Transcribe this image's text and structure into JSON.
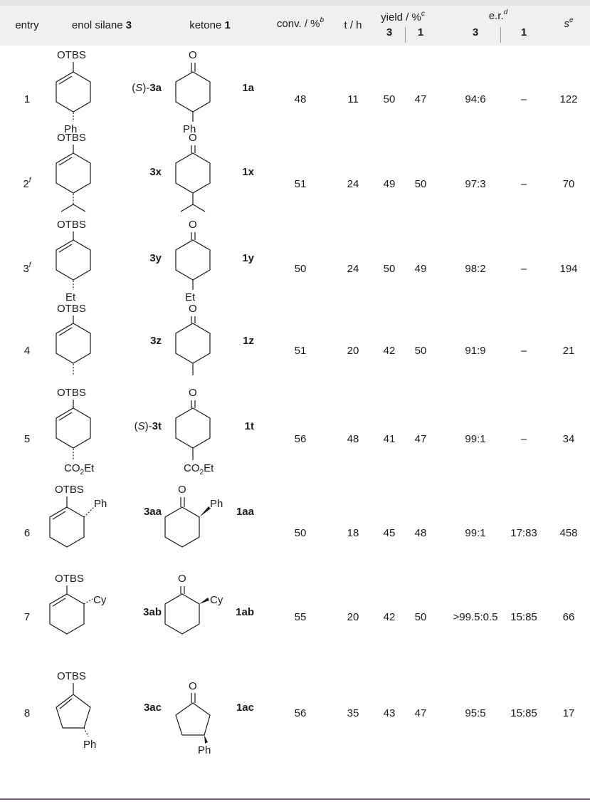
{
  "header": {
    "entry": "entry",
    "enol_silane_prefix": "enol silane ",
    "enol_silane_num": "3",
    "ketone_prefix": "ketone ",
    "ketone_num": "1",
    "conv": "conv. / %",
    "conv_sup": "b",
    "time": "t / h",
    "yield": "yield / %",
    "yield_sup": "c",
    "yield_sub3": "3",
    "yield_sub1": "1",
    "er": "e.r.",
    "er_sup": "d",
    "er_sub3": "3",
    "er_sub1": "1",
    "s": "s",
    "s_sup": "e"
  },
  "rows": [
    {
      "entry": "1",
      "entry_sup": "",
      "enol_prefix": "(",
      "enol_stereo": "S",
      "enol_prefix2": ")-",
      "enol_label": "3a",
      "ketone_label": "1a",
      "conv": "48",
      "time": "11",
      "yield3": "50",
      "yield1": "47",
      "er3": "94:6",
      "er1": "–",
      "s": "122"
    },
    {
      "entry": "2",
      "entry_sup": "f",
      "enol_prefix": "",
      "enol_stereo": "",
      "enol_prefix2": "",
      "enol_label": "3x",
      "ketone_label": "1x",
      "conv": "51",
      "time": "24",
      "yield3": "49",
      "yield1": "50",
      "er3": "97:3",
      "er1": "–",
      "s": "70"
    },
    {
      "entry": "3",
      "entry_sup": "f",
      "enol_prefix": "",
      "enol_stereo": "",
      "enol_prefix2": "",
      "enol_label": "3y",
      "ketone_label": "1y",
      "conv": "50",
      "time": "24",
      "yield3": "50",
      "yield1": "49",
      "er3": "98:2",
      "er1": "–",
      "s": "194"
    },
    {
      "entry": "4",
      "entry_sup": "",
      "enol_prefix": "",
      "enol_stereo": "",
      "enol_prefix2": "",
      "enol_label": "3z",
      "ketone_label": "1z",
      "conv": "51",
      "time": "20",
      "yield3": "42",
      "yield1": "50",
      "er3": "91:9",
      "er1": "–",
      "s": "21"
    },
    {
      "entry": "5",
      "entry_sup": "",
      "enol_prefix": "(",
      "enol_stereo": "S",
      "enol_prefix2": ")-",
      "enol_label": "3t",
      "ketone_label": "1t",
      "conv": "56",
      "time": "48",
      "yield3": "41",
      "yield1": "47",
      "er3": "99:1",
      "er1": "–",
      "s": "34"
    },
    {
      "entry": "6",
      "entry_sup": "",
      "enol_prefix": "",
      "enol_stereo": "",
      "enol_prefix2": "",
      "enol_label": "3aa",
      "ketone_label": "1aa",
      "conv": "50",
      "time": "18",
      "yield3": "45",
      "yield1": "48",
      "er3": "99:1",
      "er1": "17:83",
      "s": "458"
    },
    {
      "entry": "7",
      "entry_sup": "",
      "enol_prefix": "",
      "enol_stereo": "",
      "enol_prefix2": "",
      "enol_label": "3ab",
      "ketone_label": "1ab",
      "conv": "55",
      "time": "20",
      "yield3": "42",
      "yield1": "50",
      "er3": ">99.5:0.5",
      "er1": "15:85",
      "s": "66"
    },
    {
      "entry": "8",
      "entry_sup": "",
      "enol_prefix": "",
      "enol_stereo": "",
      "enol_prefix2": "",
      "enol_label": "3ac",
      "ketone_label": "1ac",
      "conv": "56",
      "time": "35",
      "yield3": "43",
      "yield1": "47",
      "er3": "95:5",
      "er1": "15:85",
      "s": "17"
    }
  ],
  "atoms": {
    "otbs": "OTBS",
    "o": "O",
    "ph": "Ph",
    "et": "Et",
    "co2et_a": "CO",
    "co2et_sub": "2",
    "co2et_b": "Et",
    "cy": "Cy"
  }
}
